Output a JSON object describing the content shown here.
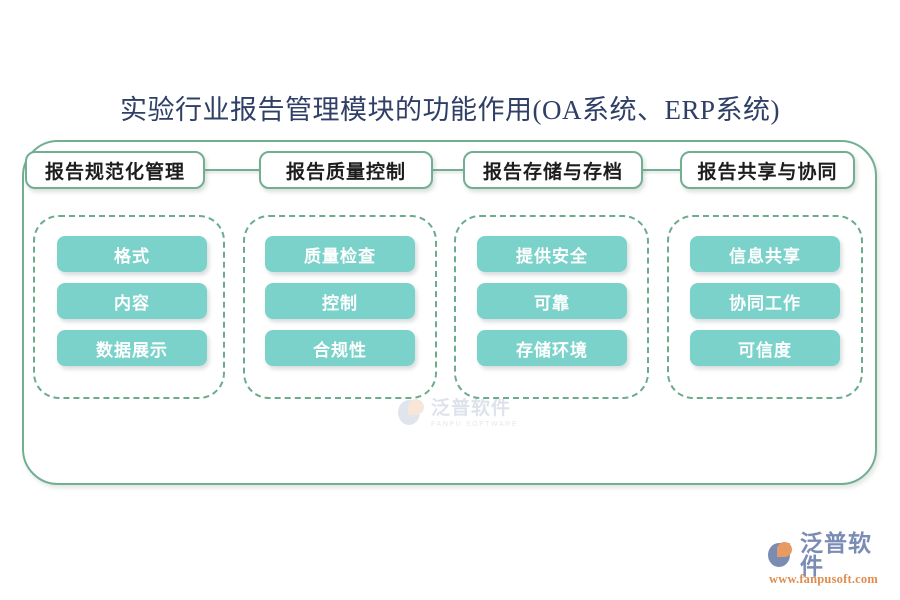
{
  "title": "实验行业报告管理模块的功能作用(OA系统、ERP系统)",
  "columns": [
    {
      "header": "报告规范化管理",
      "items": [
        "格式",
        "内容",
        "数据展示"
      ]
    },
    {
      "header": "报告质量控制",
      "items": [
        "质量检查",
        "控制",
        "合规性"
      ]
    },
    {
      "header": "报告存储与存档",
      "items": [
        "提供安全",
        "可靠",
        "存储环境"
      ]
    },
    {
      "header": "报告共享与协同",
      "items": [
        "信息共享",
        "协同工作",
        "可信度"
      ]
    }
  ],
  "watermark": {
    "cn": "泛普软件",
    "en": "FANPU SOFTWARE"
  },
  "logo": {
    "cn": "泛普软件",
    "url": "www.fanpusoft.com"
  },
  "colors": {
    "title": "#2f3f66",
    "frame_green": "#72ae92",
    "dashed_green": "#6cab8c",
    "pill_teal": "#7bd2ca",
    "pill_text": "#ffffff",
    "logo_blue": "#7b8cb4",
    "logo_orange": "#e08c4e"
  }
}
